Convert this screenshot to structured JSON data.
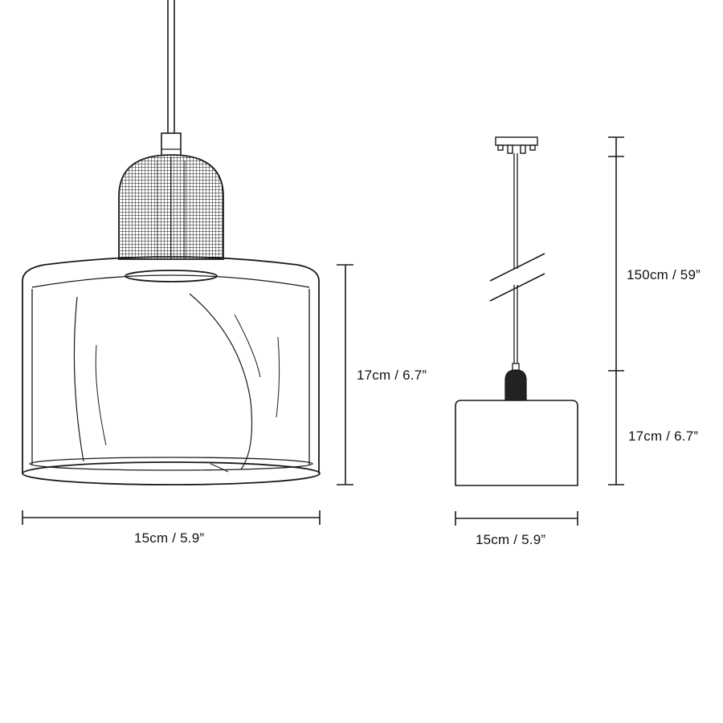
{
  "diagram": {
    "left_view": {
      "height_label": "17cm / 6.7”",
      "width_label": "15cm / 5.9”"
    },
    "right_view": {
      "cord_label": "150cm / 59”",
      "height_label": "17cm / 6.7”",
      "width_label": "15cm / 5.9”"
    },
    "colors": {
      "line": "#1a1a1a",
      "dark_fill": "#222222",
      "background": "#ffffff"
    }
  }
}
